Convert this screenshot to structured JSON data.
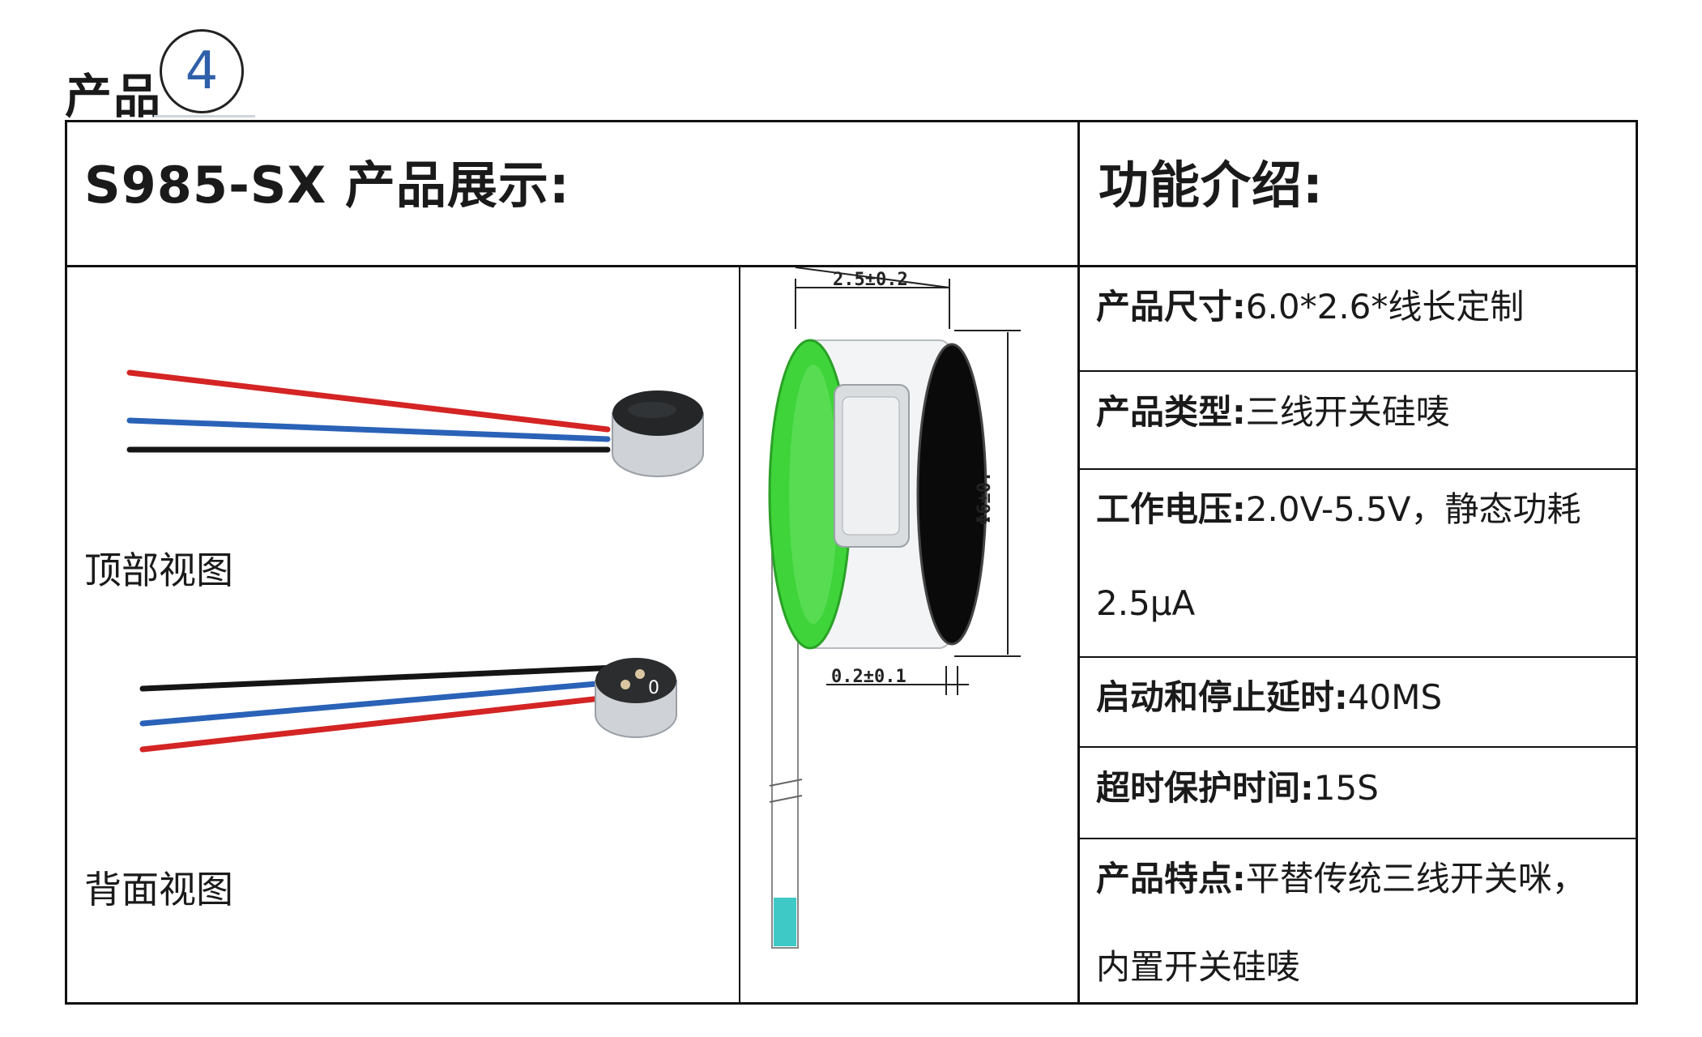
{
  "page": {
    "product_label": "产品",
    "product_number": "4"
  },
  "header": {
    "left_title": "S985-SX 产品展示:",
    "right_title": "功能介绍:"
  },
  "views": {
    "top_label": "顶部视图",
    "back_label": "背面视图",
    "back_chip_text": "0"
  },
  "drawing": {
    "dim_width": "2.5±0.2",
    "dim_diameter": "Φ6±0.",
    "dim_thickness": "0.2±0.1"
  },
  "specs": [
    {
      "key": "产品尺寸:",
      "value": "6.0*2.6*线长定制"
    },
    {
      "key": "产品类型:",
      "value": "三线开关硅唛"
    },
    {
      "key": "工作电压:",
      "value": "2.0V-5.5V，静态功耗",
      "cont": "2.5μA"
    },
    {
      "key": "启动和停止延时:",
      "value": "40MS"
    },
    {
      "key": "超时保护时间:",
      "value": "15S"
    },
    {
      "key": "产品特点:",
      "value": "平替传统三线开关咪，",
      "cont": "内置开关硅唛"
    }
  ],
  "colors": {
    "wire_red": "#d42424",
    "wire_blue": "#2a62b8",
    "wire_black": "#151515",
    "capsule_green": "#3ed43a",
    "lead_cyan": "#3fc9c6",
    "badge_blue": "#2f5fa8"
  }
}
